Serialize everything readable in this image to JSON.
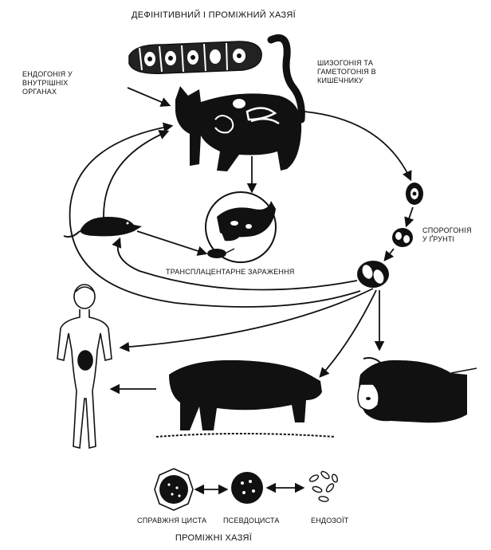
{
  "title_top": "ДЕФІНІТИВНИЙ І ПРОМІЖНИЙ ХАЗЯЇ",
  "title_bottom": "ПРОМІЖНІ ХАЗЯЇ",
  "labels": {
    "endogony_line1": "ЕНДОГОНІЯ У",
    "endogony_line2": "ВНУТРІШНІХ",
    "endogony_line3": "ОРГАНАХ",
    "schizogony_line1": "ШИЗОГОНІЯ ТА",
    "schizogony_line2": "ГАМЕТОГОНІЯ В",
    "schizogony_line3": "КИШЕЧНИКУ",
    "sporogony_line1": "СПОРОГОНІЯ",
    "sporogony_line2": "У ҐРУНТІ",
    "transplacental": "ТРАНСПЛАЦЕНТАРНЕ ЗАРАЖЕННЯ",
    "true_cyst": "СПРАВЖНЯ ЦИСТА",
    "pseudocyst": "ПСЕВДОЦИСТА",
    "endozoite": "ЕНДОЗОЇТ"
  },
  "colors": {
    "ink": "#111111",
    "paper": "#ffffff"
  }
}
